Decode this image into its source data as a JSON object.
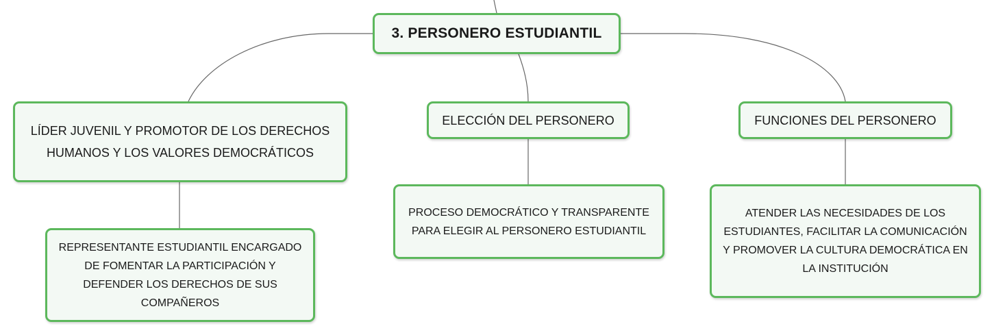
{
  "colors": {
    "node_border": "#5cb85c",
    "node_fill": "#f3f9f4",
    "connector": "#666666",
    "text": "#1a1a1a"
  },
  "root": {
    "label": "3. PERSONERO ESTUDIANTIL"
  },
  "branches": [
    {
      "label_lines": [
        "LÍDER JUVENIL Y PROMOTOR DE LOS DERECHOS",
        "HUMANOS Y LOS VALORES DEMOCRÁTICOS"
      ],
      "child_lines": [
        "REPRESENTANTE ESTUDIANTIL ENCARGADO",
        "DE FOMENTAR LA PARTICIPACIÓN Y",
        "DEFENDER LOS DERECHOS DE SUS",
        "COMPAÑEROS"
      ]
    },
    {
      "label_lines": [
        "ELECCIÓN DEL PERSONERO"
      ],
      "child_lines": [
        "PROCESO DEMOCRÁTICO Y TRANSPARENTE",
        "PARA ELEGIR AL PERSONERO ESTUDIANTIL"
      ]
    },
    {
      "label_lines": [
        "FUNCIONES DEL PERSONERO"
      ],
      "child_lines": [
        "ATENDER LAS NECESIDADES DE LOS",
        "ESTUDIANTES, FACILITAR LA COMUNICACIÓN",
        "Y PROMOVER LA CULTURA DEMOCRÁTICA EN",
        "LA INSTITUCIÓN"
      ]
    }
  ]
}
